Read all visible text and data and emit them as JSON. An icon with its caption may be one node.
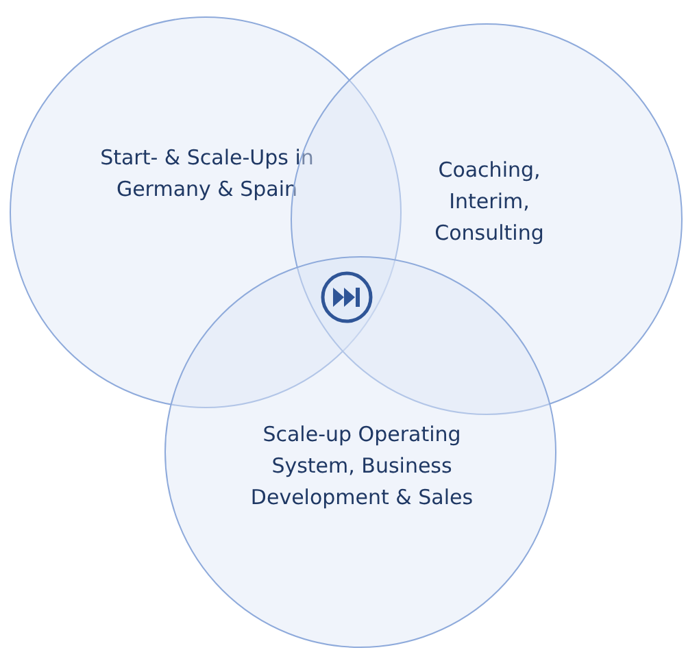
{
  "diagram": {
    "nodes": [
      {
        "text": [
          "Start- & Scale-Ups in Germany & Spain"
        ]
      },
      {
        "text": [
          "Coaching, Interim, Consulting"
        ]
      },
      {
        "text": [
          "Scale-up Operating System, Business Development & Sales"
        ]
      }
    ]
  }
}
